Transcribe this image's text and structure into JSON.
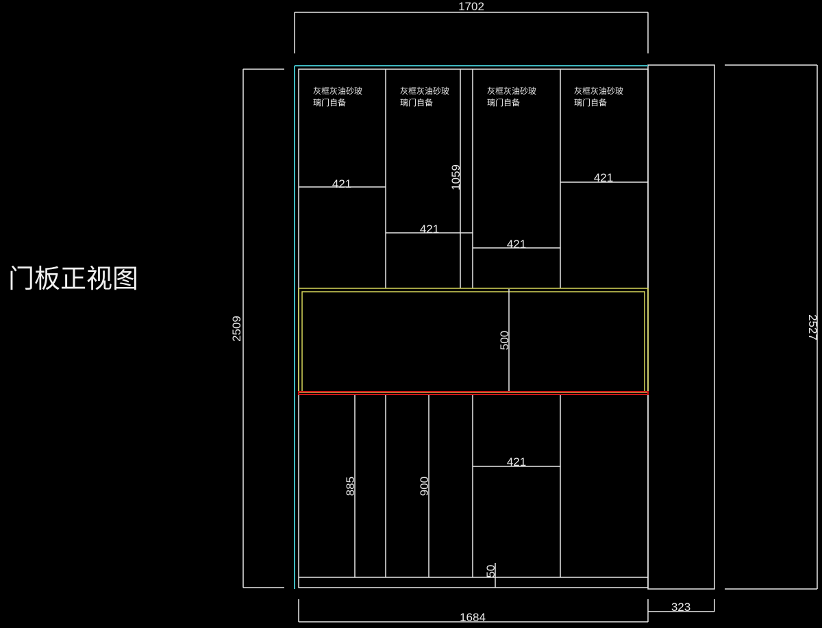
{
  "title": "门板正视图",
  "panel_note_line1": "灰框灰油砂玻",
  "panel_note_line2": "璃门自备",
  "dimensions": {
    "top_width": "1702",
    "bottom_width": "1684",
    "side_depth": "323",
    "left_height": "2509",
    "right_height": "2527",
    "upper_gap_height": "1059",
    "shelf_421": "421",
    "middle_band": "500",
    "lower_left": "885",
    "lower_mid": "900",
    "plinth": "50"
  },
  "colors": {
    "lines": "#e8e8e8",
    "outline": "#3fb8c0",
    "band": "#d8d85a",
    "base_line": "#d01818"
  }
}
